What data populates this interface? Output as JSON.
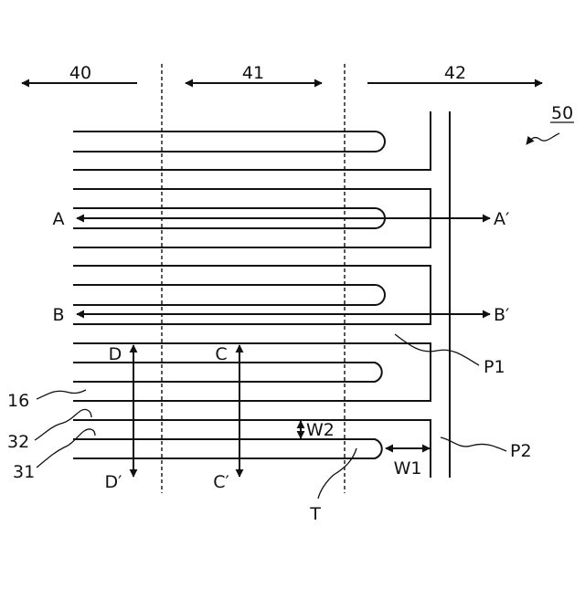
{
  "figure": {
    "ref_label": "50",
    "regions": [
      "40",
      "41",
      "42"
    ],
    "sections": {
      "a": "A",
      "a_prime": "A′",
      "b": "B",
      "b_prime": "B′",
      "c": "C",
      "c_prime": "C′",
      "d": "D",
      "d_prime": "D′"
    },
    "parts": {
      "p1": "P1",
      "p2": "P2",
      "w1": "W1",
      "w2": "W2",
      "t": "T",
      "n16": "16",
      "n32": "32",
      "n31": "31"
    }
  }
}
